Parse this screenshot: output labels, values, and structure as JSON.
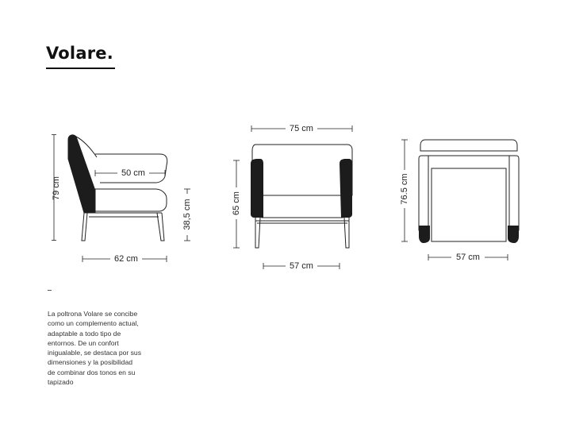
{
  "title": "Volare.",
  "views": {
    "side": {
      "height": "79 cm",
      "seat_depth": "50 cm",
      "seat_height": "38,5 cm",
      "depth": "62 cm"
    },
    "front": {
      "width": "75 cm",
      "arm_height": "65 cm",
      "inner_width": "57 cm"
    },
    "top": {
      "depth": "76.5 cm",
      "inner_width": "57 cm"
    }
  },
  "description_lines": [
    "La poltrona Volare se concibe",
    "como un complemento actual,",
    "adaptable a todo tipo de",
    "entornos. De un confort",
    "inigualable, se destaca por sus",
    "dimensiones y la posibilidad",
    "de combinar dos tonos en su",
    "tapizado"
  ],
  "colors": {
    "accent_dark": "#1c1c1c",
    "line": "#222222",
    "seat_fill": "#ffffff"
  }
}
